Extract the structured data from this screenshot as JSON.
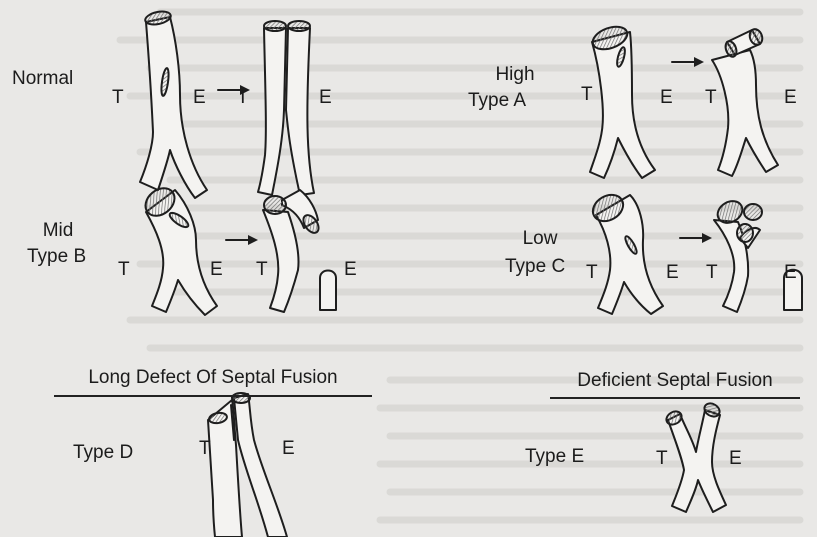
{
  "labels": {
    "normal": "Normal",
    "high": "High",
    "type_a": "Type A",
    "mid": "Mid",
    "type_b": "Type B",
    "low": "Low",
    "type_c": "Type C",
    "type_d": "Type D",
    "type_e": "Type E",
    "t": "T",
    "e": "E"
  },
  "headings": {
    "long_defect": "Long Defect Of Septal Fusion",
    "deficient": "Deficient Septal Fusion"
  },
  "colors": {
    "tube_fill": "#f4f3f1",
    "stroke": "#1e1e1e",
    "hatch": "#7a7a7a",
    "background": "#e9e8e6",
    "bleed_text": "#c9c7c3"
  }
}
